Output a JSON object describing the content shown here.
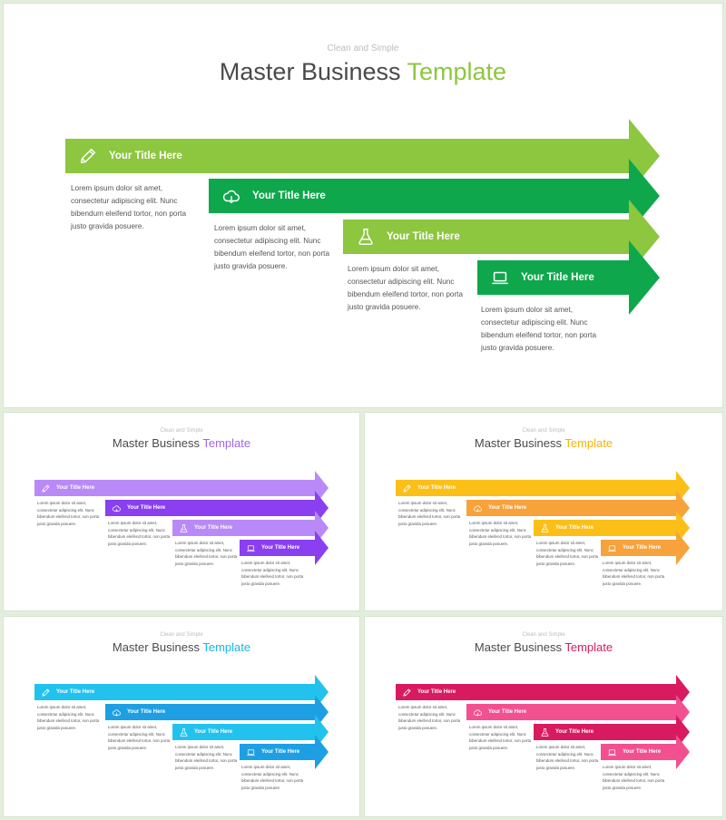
{
  "slides": [
    {
      "subtitle": "Clean and Simple",
      "title_main": "Master Business",
      "title_accent": "Template",
      "colors": {
        "accent": "#8dc63f",
        "a": "#8dc63f",
        "b": "#0fa74c"
      },
      "items": [
        {
          "title": "Your Title Here",
          "icon": "pencil-icon",
          "body": [
            "Lorem ipsum dolor sit amet,",
            "consectetur adipiscing elit. Nunc",
            "bibendum eleifend tortor, non porta",
            "justo gravida posuere."
          ]
        },
        {
          "title": "Your Title Here",
          "icon": "cloud-icon",
          "body": [
            "Lorem ipsum dolor sit amet,",
            "consectetur adipiscing elit. Nunc",
            "bibendum eleifend tortor, non porta",
            "justo gravida posuere."
          ]
        },
        {
          "title": "Your Title Here",
          "icon": "flask-icon",
          "body": [
            "Lorem ipsum dolor sit amet,",
            "consectetur adipiscing elit. Nunc",
            "bibendum eleifend tortor, non porta",
            "justo gravida posuere."
          ]
        },
        {
          "title": "Your Title Here",
          "icon": "laptop-icon",
          "body": [
            "Lorem ipsum dolor sit amet,",
            "consectetur adipiscing elit. Nunc",
            "bibendum eleifend tortor, non porta",
            "justo gravida posuere."
          ]
        }
      ]
    },
    {
      "subtitle": "Clean and Simple",
      "title_main": "Master Business",
      "title_accent": "Template",
      "colors": {
        "accent": "#a066ee",
        "a": "#b98af7",
        "b": "#8a3ff0"
      },
      "items": [
        {
          "title": "Your Title Here",
          "icon": "pencil-icon",
          "body": [
            "Lorem ipsum dolor sit amet,",
            "consectetur adipiscing elit. Nunc",
            "bibendum eleifend tortor, non porta",
            "justo gravida posuere."
          ]
        },
        {
          "title": "Your Title Here",
          "icon": "cloud-icon",
          "body": [
            "Lorem ipsum dolor sit amet,",
            "consectetur adipiscing elit. Nunc",
            "bibendum eleifend tortor, non porta",
            "justo gravida posuere."
          ]
        },
        {
          "title": "Your Title Here",
          "icon": "flask-icon",
          "body": [
            "Lorem ipsum dolor sit amet,",
            "consectetur adipiscing elit. Nunc",
            "bibendum eleifend tortor, non porta",
            "justo gravida posuere."
          ]
        },
        {
          "title": "Your Title Here",
          "icon": "laptop-icon",
          "body": [
            "Lorem ipsum dolor sit amet,",
            "consectetur adipiscing elit. Nunc",
            "bibendum eleifend tortor, non porta",
            "justo gravida posuere."
          ]
        }
      ]
    },
    {
      "subtitle": "Clean and Simple",
      "title_main": "Master Business",
      "title_accent": "Template",
      "colors": {
        "accent": "#f6b400",
        "a": "#fbbf18",
        "b": "#f7a23a"
      },
      "items": [
        {
          "title": "Your Title Here",
          "icon": "pencil-icon",
          "body": [
            "Lorem ipsum dolor sit amet,",
            "consectetur adipiscing elit. Nunc",
            "bibendum eleifend tortor, non porta",
            "justo gravida posuere."
          ]
        },
        {
          "title": "Your Title Here",
          "icon": "cloud-icon",
          "body": [
            "Lorem ipsum dolor sit amet,",
            "consectetur adipiscing elit. Nunc",
            "bibendum eleifend tortor, non porta",
            "justo gravida posuere."
          ]
        },
        {
          "title": "Your Title Here",
          "icon": "flask-icon",
          "body": [
            "Lorem ipsum dolor sit amet,",
            "consectetur adipiscing elit. Nunc",
            "bibendum eleifend tortor, non porta",
            "justo gravida posuere."
          ]
        },
        {
          "title": "Your Title Here",
          "icon": "laptop-icon",
          "body": [
            "Lorem ipsum dolor sit amet,",
            "consectetur adipiscing elit. Nunc",
            "bibendum eleifend tortor, non porta",
            "justo gravida posuere."
          ]
        }
      ]
    },
    {
      "subtitle": "Clean and Simple",
      "title_main": "Master Business",
      "title_accent": "Template",
      "colors": {
        "accent": "#16b8e8",
        "a": "#22c2ee",
        "b": "#1e9fe3"
      },
      "items": [
        {
          "title": "Your Title Here",
          "icon": "pencil-icon",
          "body": [
            "Lorem ipsum dolor sit amet,",
            "consectetur adipiscing elit. Nunc",
            "bibendum eleifend tortor, non porta",
            "justo gravida posuere."
          ]
        },
        {
          "title": "Your Title Here",
          "icon": "cloud-icon",
          "body": [
            "Lorem ipsum dolor sit amet,",
            "consectetur adipiscing elit. Nunc",
            "bibendum eleifend tortor, non porta",
            "justo gravida posuere."
          ]
        },
        {
          "title": "Your Title Here",
          "icon": "flask-icon",
          "body": [
            "Lorem ipsum dolor sit amet,",
            "consectetur adipiscing elit. Nunc",
            "bibendum eleifend tortor, non porta",
            "justo gravida posuere."
          ]
        },
        {
          "title": "Your Title Here",
          "icon": "laptop-icon",
          "body": [
            "Lorem ipsum dolor sit amet,",
            "consectetur adipiscing elit. Nunc",
            "bibendum eleifend tortor, non porta",
            "justo gravida posuere."
          ]
        }
      ]
    },
    {
      "subtitle": "Clean and Simple",
      "title_main": "Master Business",
      "title_accent": "Template",
      "colors": {
        "accent": "#d81b60",
        "a": "#d81b60",
        "b": "#f2508f"
      },
      "items": [
        {
          "title": "Your Title Here",
          "icon": "pencil-icon",
          "body": [
            "Lorem ipsum dolor sit amet,",
            "consectetur adipiscing elit. Nunc",
            "bibendum eleifend tortor, non porta",
            "justo gravida posuere."
          ]
        },
        {
          "title": "Your Title Here",
          "icon": "cloud-icon",
          "body": [
            "Lorem ipsum dolor sit amet,",
            "consectetur adipiscing elit. Nunc",
            "bibendum eleifend tortor, non porta",
            "justo gravida posuere."
          ]
        },
        {
          "title": "Your Title Here",
          "icon": "flask-icon",
          "body": [
            "Lorem ipsum dolor sit amet,",
            "consectetur adipiscing elit. Nunc",
            "bibendum eleifend tortor, non porta",
            "justo gravida posuere."
          ]
        },
        {
          "title": "Your Title Here",
          "icon": "laptop-icon",
          "body": [
            "Lorem ipsum dolor sit amet,",
            "consectetur adipiscing elit. Nunc",
            "bibendum eleifend tortor, non porta",
            "justo gravida posuere."
          ]
        }
      ]
    }
  ]
}
